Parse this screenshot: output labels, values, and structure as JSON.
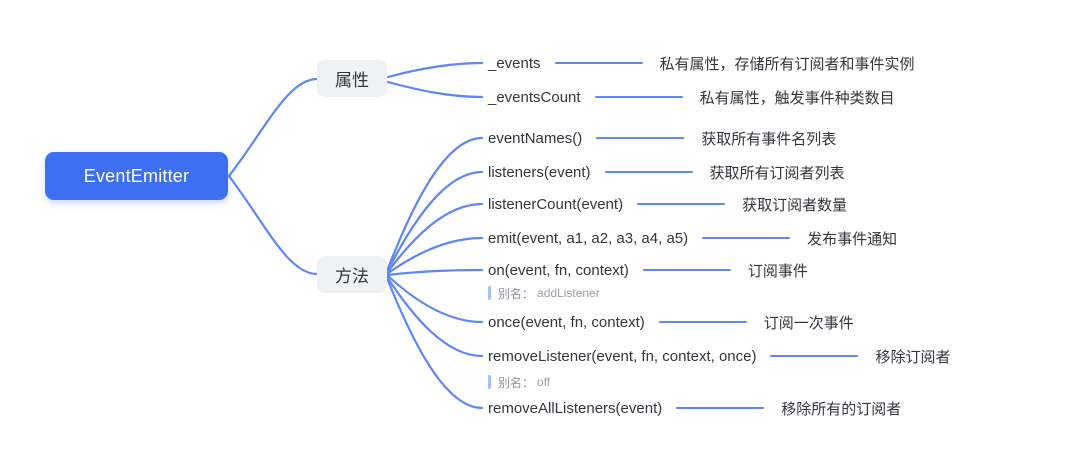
{
  "colors": {
    "root_blue": "#3D6FF2",
    "line_blue": "#5E86F6",
    "branch_bg": "#F0F1F3",
    "text_dark": "#33363C",
    "note_gray": "#8E939D",
    "note_bar_blue": "#A6C1F7"
  },
  "root": {
    "label": "EventEmitter"
  },
  "branches": [
    {
      "label": "属性",
      "children": [
        {
          "name": "_events",
          "desc": "私有属性，存储所有订阅者和事件实例"
        },
        {
          "name": "_eventsCount",
          "desc": "私有属性，触发事件种类数目"
        }
      ]
    },
    {
      "label": "方法",
      "children": [
        {
          "name": "eventNames()",
          "desc": "获取所有事件名列表"
        },
        {
          "name": "listeners(event)",
          "desc": "获取所有订阅者列表"
        },
        {
          "name": "listenerCount(event)",
          "desc": "获取订阅者数量"
        },
        {
          "name": "emit(event, a1, a2, a3, a4, a5)",
          "desc": "发布事件通知"
        },
        {
          "name": "on(event, fn, context)",
          "desc": "订阅事件",
          "note_label": "别名：",
          "note_value": "addListener"
        },
        {
          "name": "once(event, fn, context)",
          "desc": "订阅一次事件"
        },
        {
          "name": "removeListener(event, fn, context, once)",
          "desc": "移除订阅者",
          "note_label": "别名：",
          "note_value": "off"
        },
        {
          "name": "removeAllListeners(event)",
          "desc": "移除所有的订阅者"
        }
      ]
    }
  ]
}
